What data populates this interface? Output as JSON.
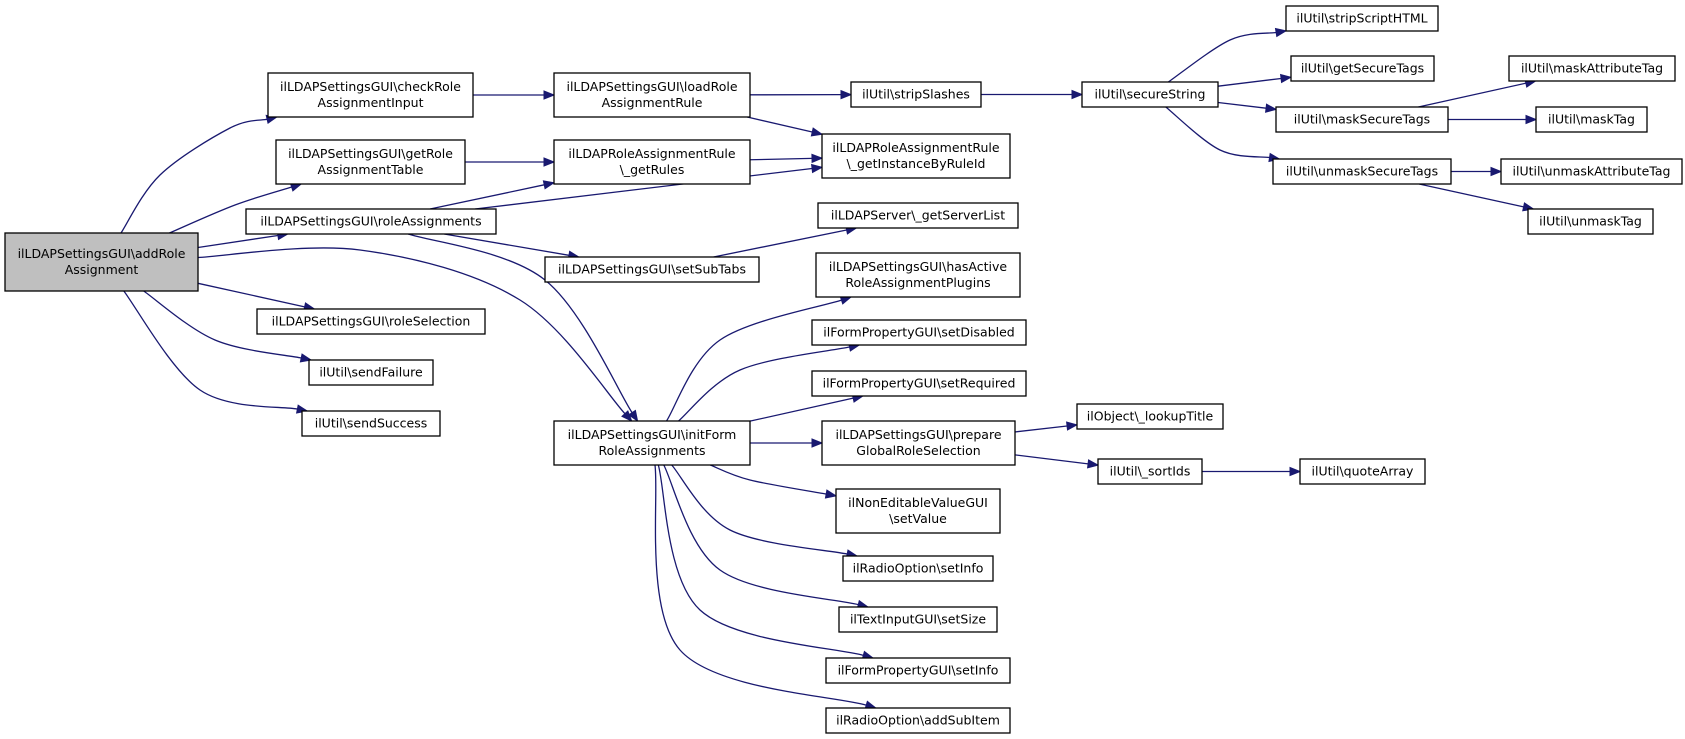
{
  "diagram": {
    "type": "call-graph",
    "root": "addRole",
    "nodes": [
      {
        "id": "addRole",
        "lines": [
          "ilLDAPSettingsGUI\\addRole",
          "Assignment"
        ]
      },
      {
        "id": "checkRole",
        "lines": [
          "ilLDAPSettingsGUI\\checkRole",
          "AssignmentInput"
        ]
      },
      {
        "id": "getRoleTable",
        "lines": [
          "ilLDAPSettingsGUI\\getRole",
          "AssignmentTable"
        ]
      },
      {
        "id": "roleAssignments",
        "lines": [
          "ilLDAPSettingsGUI\\roleAssignments"
        ]
      },
      {
        "id": "roleSelection",
        "lines": [
          "ilLDAPSettingsGUI\\roleSelection"
        ]
      },
      {
        "id": "sendFailure",
        "lines": [
          "ilUtil\\sendFailure"
        ]
      },
      {
        "id": "sendSuccess",
        "lines": [
          "ilUtil\\sendSuccess"
        ]
      },
      {
        "id": "loadRule",
        "lines": [
          "ilLDAPSettingsGUI\\loadRole",
          "AssignmentRule"
        ]
      },
      {
        "id": "getRules",
        "lines": [
          "ilLDAPRoleAssignmentRule",
          "\\_getRules"
        ]
      },
      {
        "id": "setSubTabs",
        "lines": [
          "ilLDAPSettingsGUI\\setSubTabs"
        ]
      },
      {
        "id": "initForm",
        "lines": [
          "ilLDAPSettingsGUI\\initForm",
          "RoleAssignments"
        ]
      },
      {
        "id": "stripSlashes",
        "lines": [
          "ilUtil\\stripSlashes"
        ]
      },
      {
        "id": "getInstance",
        "lines": [
          "ilLDAPRoleAssignmentRule",
          "\\_getInstanceByRuleId"
        ]
      },
      {
        "id": "getServerList",
        "lines": [
          "ilLDAPServer\\_getServerList"
        ]
      },
      {
        "id": "hasActive",
        "lines": [
          "ilLDAPSettingsGUI\\hasActive",
          "RoleAssignmentPlugins"
        ]
      },
      {
        "id": "setDisabled",
        "lines": [
          "ilFormPropertyGUI\\setDisabled"
        ]
      },
      {
        "id": "setRequired",
        "lines": [
          "ilFormPropertyGUI\\setRequired"
        ]
      },
      {
        "id": "prepareGlobal",
        "lines": [
          "ilLDAPSettingsGUI\\prepare",
          "GlobalRoleSelection"
        ]
      },
      {
        "id": "setValue",
        "lines": [
          "ilNonEditableValueGUI",
          "\\setValue"
        ]
      },
      {
        "id": "radioSetInfo",
        "lines": [
          "ilRadioOption\\setInfo"
        ]
      },
      {
        "id": "setSize",
        "lines": [
          "ilTextInputGUI\\setSize"
        ]
      },
      {
        "id": "formSetInfo",
        "lines": [
          "ilFormPropertyGUI\\setInfo"
        ]
      },
      {
        "id": "addSubItem",
        "lines": [
          "ilRadioOption\\addSubItem"
        ]
      },
      {
        "id": "secureString",
        "lines": [
          "ilUtil\\secureString"
        ]
      },
      {
        "id": "lookupTitle",
        "lines": [
          "ilObject\\_lookupTitle"
        ]
      },
      {
        "id": "sortIds",
        "lines": [
          "ilUtil\\_sortIds"
        ]
      },
      {
        "id": "stripScript",
        "lines": [
          "ilUtil\\stripScriptHTML"
        ]
      },
      {
        "id": "getSecureTags",
        "lines": [
          "ilUtil\\getSecureTags"
        ]
      },
      {
        "id": "maskSecureTags",
        "lines": [
          "ilUtil\\maskSecureTags"
        ]
      },
      {
        "id": "unmaskSecureTags",
        "lines": [
          "ilUtil\\unmaskSecureTags"
        ]
      },
      {
        "id": "quoteArray",
        "lines": [
          "ilUtil\\quoteArray"
        ]
      },
      {
        "id": "maskAttr",
        "lines": [
          "ilUtil\\maskAttributeTag"
        ]
      },
      {
        "id": "maskTag",
        "lines": [
          "ilUtil\\maskTag"
        ]
      },
      {
        "id": "unmaskAttr",
        "lines": [
          "ilUtil\\unmaskAttributeTag"
        ]
      },
      {
        "id": "unmaskTag",
        "lines": [
          "ilUtil\\unmaskTag"
        ]
      }
    ],
    "edges": [
      {
        "from": "addRole",
        "to": "checkRole"
      },
      {
        "from": "addRole",
        "to": "getRoleTable"
      },
      {
        "from": "addRole",
        "to": "roleAssignments"
      },
      {
        "from": "addRole",
        "to": "initForm"
      },
      {
        "from": "addRole",
        "to": "roleSelection"
      },
      {
        "from": "addRole",
        "to": "sendFailure"
      },
      {
        "from": "addRole",
        "to": "sendSuccess"
      },
      {
        "from": "checkRole",
        "to": "loadRule"
      },
      {
        "from": "getRoleTable",
        "to": "getRules"
      },
      {
        "from": "roleAssignments",
        "to": "getRules"
      },
      {
        "from": "roleAssignments",
        "to": "getInstance"
      },
      {
        "from": "roleAssignments",
        "to": "setSubTabs"
      },
      {
        "from": "roleAssignments",
        "to": "initForm"
      },
      {
        "from": "loadRule",
        "to": "stripSlashes"
      },
      {
        "from": "loadRule",
        "to": "getInstance"
      },
      {
        "from": "getRules",
        "to": "getInstance"
      },
      {
        "from": "setSubTabs",
        "to": "getServerList"
      },
      {
        "from": "initForm",
        "to": "hasActive"
      },
      {
        "from": "initForm",
        "to": "setDisabled"
      },
      {
        "from": "initForm",
        "to": "setRequired"
      },
      {
        "from": "initForm",
        "to": "prepareGlobal"
      },
      {
        "from": "initForm",
        "to": "setValue"
      },
      {
        "from": "initForm",
        "to": "radioSetInfo"
      },
      {
        "from": "initForm",
        "to": "setSize"
      },
      {
        "from": "initForm",
        "to": "formSetInfo"
      },
      {
        "from": "initForm",
        "to": "addSubItem"
      },
      {
        "from": "stripSlashes",
        "to": "secureString"
      },
      {
        "from": "prepareGlobal",
        "to": "lookupTitle"
      },
      {
        "from": "prepareGlobal",
        "to": "sortIds"
      },
      {
        "from": "sortIds",
        "to": "quoteArray"
      },
      {
        "from": "secureString",
        "to": "stripScript"
      },
      {
        "from": "secureString",
        "to": "getSecureTags"
      },
      {
        "from": "secureString",
        "to": "maskSecureTags"
      },
      {
        "from": "secureString",
        "to": "unmaskSecureTags"
      },
      {
        "from": "maskSecureTags",
        "to": "maskAttr"
      },
      {
        "from": "maskSecureTags",
        "to": "maskTag"
      },
      {
        "from": "unmaskSecureTags",
        "to": "unmaskAttr"
      },
      {
        "from": "unmaskSecureTags",
        "to": "unmaskTag"
      }
    ],
    "colors": {
      "edge": "#191970",
      "node_border": "#000000",
      "node_fill": "#ffffff",
      "root_fill": "#bfbfbf"
    }
  }
}
